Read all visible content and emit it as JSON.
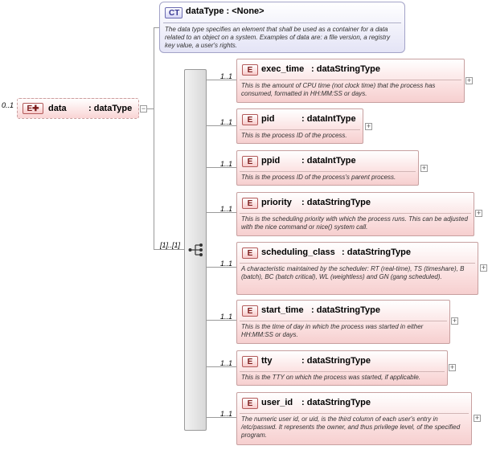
{
  "root": {
    "occurrence": "0..1",
    "badge": "E",
    "name": "data",
    "type": ": dataType"
  },
  "complex_type": {
    "badge": "CT",
    "title": "dataType : <None>",
    "doc": "The data type specifies an element that shall be used as a container for a data related to an object on a system. Examples of data are: a file version, a registry key value, a user's rights."
  },
  "sequence": {
    "occurrence": "[1]..[1]"
  },
  "elements": [
    {
      "occ": "1..1",
      "badge": "E",
      "name": "exec_time",
      "type": ": dataStringType",
      "doc": "This is the amount of CPU time (not clock time) that the process has consumed, formatted in HH:MM:SS or days."
    },
    {
      "occ": "1..1",
      "badge": "E",
      "name": "pid",
      "type": ": dataIntType",
      "doc": "This is the process ID of the process."
    },
    {
      "occ": "1..1",
      "badge": "E",
      "name": "ppid",
      "type": ": dataIntType",
      "doc": "This is the process ID of the process's parent process."
    },
    {
      "occ": "1..1",
      "badge": "E",
      "name": "priority",
      "type": ": dataStringType",
      "doc": "This is the scheduling priority with which the process runs.  This can be adjusted with the nice command or nice() system call."
    },
    {
      "occ": "1..1",
      "badge": "E",
      "name": "scheduling_class",
      "type": ": dataStringType",
      "doc": "A characteristic maintained by the scheduler: RT (real-time), TS (timeshare), B (batch), BC (batch critical), WL (weightless) and GN (gang scheduled)."
    },
    {
      "occ": "1..1",
      "badge": "E",
      "name": "start_time",
      "type": ": dataStringType",
      "doc": "This is the time of day in which the process was started in either HH:MM:SS or days."
    },
    {
      "occ": "1..1",
      "badge": "E",
      "name": "tty",
      "type": ": dataStringType",
      "doc": "This is the TTY on which the process was started, if applicable."
    },
    {
      "occ": "1..1",
      "badge": "E",
      "name": "user_id",
      "type": ": dataStringType",
      "doc": "The numeric user id, or uid, is the third column of each user's entry in /etc/passwd.  It represents the owner, and thus privilege level, of the specified program."
    }
  ]
}
